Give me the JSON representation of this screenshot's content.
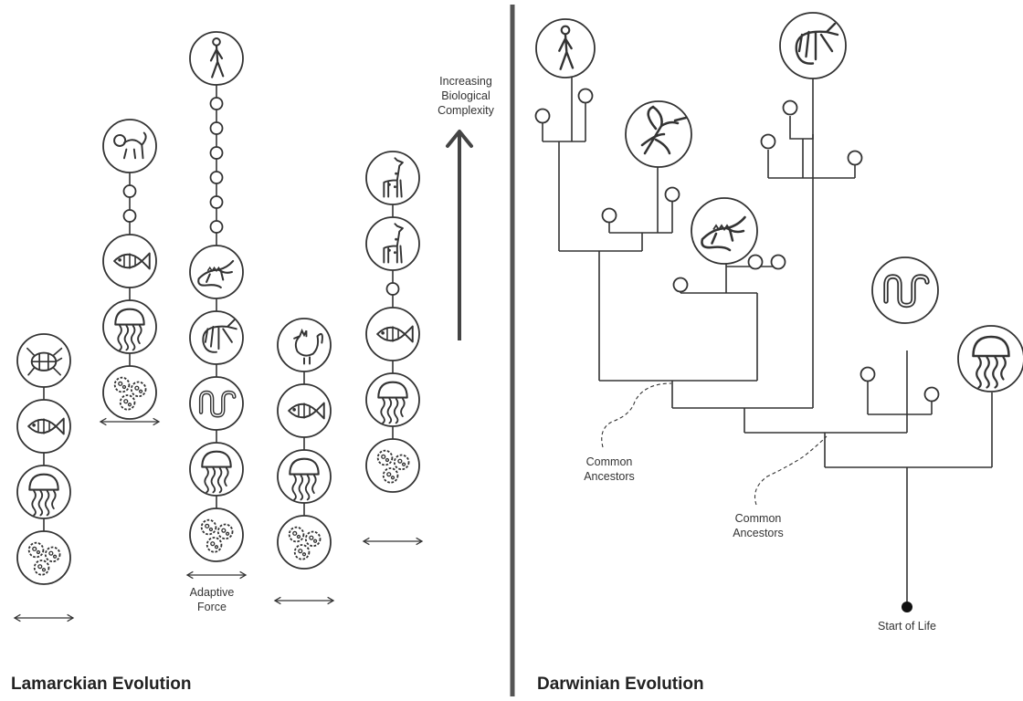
{
  "colors": {
    "line": "#333333",
    "divider": "#555555",
    "background": "#ffffff"
  },
  "left_panel": {
    "title": "Lamarckian Evolution",
    "adaptive_label": [
      "Adaptive",
      "Force"
    ],
    "complexity_label": [
      "Increasing",
      "Biological",
      "Complexity"
    ]
  },
  "right_panel": {
    "title": "Darwinian Evolution",
    "common_ancestors_1": [
      "Common",
      "Ancestors"
    ],
    "common_ancestors_2": [
      "Common",
      "Ancestors"
    ],
    "start_of_life": "Start of Life"
  },
  "lamarck_columns": [
    {
      "organisms": [
        "turtle",
        "fish",
        "jellyfish",
        "bacteria"
      ]
    },
    {
      "organisms": [
        "monkey",
        "node",
        "node",
        "fish",
        "jellyfish",
        "bacteria"
      ]
    },
    {
      "organisms": [
        "human",
        "node",
        "node",
        "node",
        "node",
        "node",
        "node",
        "lizard",
        "shrimp",
        "worm",
        "jellyfish",
        "bacteria"
      ]
    },
    {
      "organisms": [
        "rooster",
        "fish",
        "jellyfish",
        "bacteria"
      ]
    },
    {
      "organisms": [
        "giraffe",
        "giraffe",
        "node",
        "fish",
        "jellyfish",
        "bacteria"
      ]
    }
  ],
  "darwin_tree": {
    "organisms": [
      "human",
      "bird",
      "lizard",
      "shrimp",
      "worm",
      "jellyfish"
    ]
  }
}
